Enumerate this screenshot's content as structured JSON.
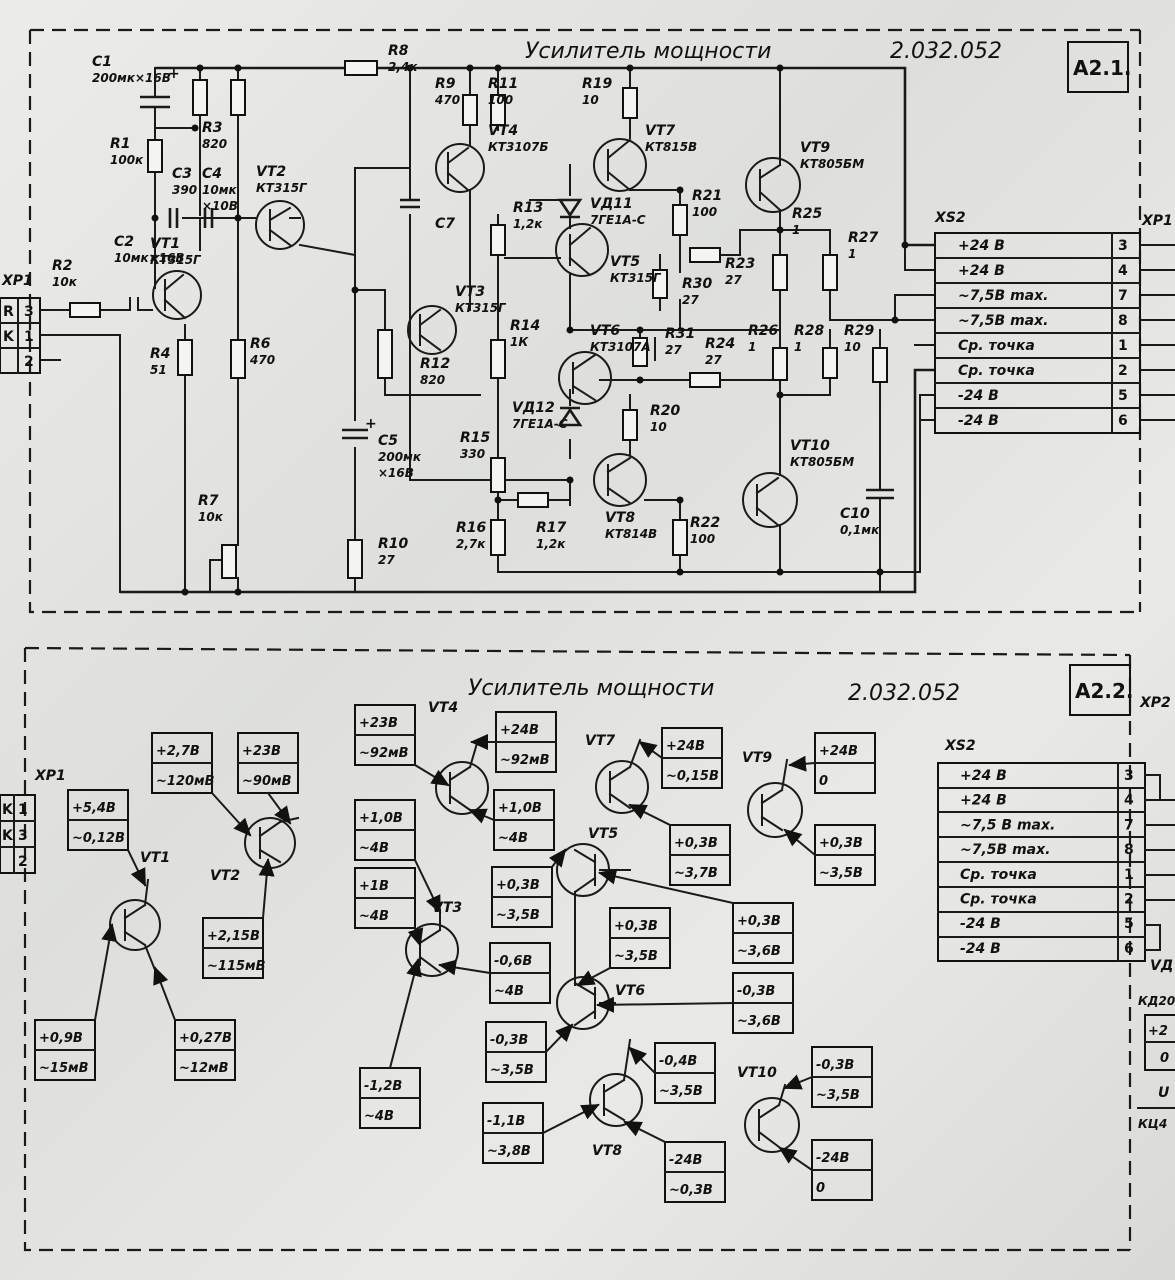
{
  "sheet1": {
    "title": "Усилитель мощности",
    "number": "2.032.052",
    "ref": "A2.1.",
    "connector_in": "XP1",
    "connector_in_pins": [
      "3",
      "1",
      "2"
    ],
    "connector_in_side": [
      "R",
      "K",
      "K"
    ],
    "connector_out": "XS2",
    "connector_out_right": "XP1",
    "xs2_rows": [
      {
        "label": "+24 В",
        "pin": "3"
      },
      {
        "label": "+24 В",
        "pin": "4"
      },
      {
        "label": "~7,5В max.",
        "pin": "7"
      },
      {
        "label": "~7,5В max.",
        "pin": "8"
      },
      {
        "label": "Ср. точка",
        "pin": "1"
      },
      {
        "label": "Ср. точка",
        "pin": "2"
      },
      {
        "label": "-24 В",
        "pin": "5"
      },
      {
        "label": "-24 В",
        "pin": "6"
      }
    ],
    "components": {
      "C1": [
        "C1",
        "200мк×16В"
      ],
      "R1": [
        "R1",
        "100к"
      ],
      "R2": [
        "R2",
        "10к"
      ],
      "C2": [
        "C2",
        "10мк×16В"
      ],
      "C3": [
        "C3",
        "390"
      ],
      "R3": [
        "R3",
        "820"
      ],
      "C4": [
        "C4",
        "10мк",
        "×10В"
      ],
      "VT1": [
        "VT1",
        "КТ315Г"
      ],
      "VT2": [
        "VT2",
        "КТ315Г"
      ],
      "R4": [
        "R4",
        "51"
      ],
      "R6": [
        "R6",
        "470"
      ],
      "R7": [
        "R7",
        "10к"
      ],
      "R8": [
        "R8",
        "2,4к"
      ],
      "R9": [
        "R9",
        "470"
      ],
      "R11": [
        "R11",
        "100"
      ],
      "VT4": [
        "VT4",
        "КТ3107Б"
      ],
      "C7": [
        "C7"
      ],
      "R13": [
        "R13",
        "1,2к"
      ],
      "VT3": [
        "VT3",
        "КТ315Г"
      ],
      "R12": [
        "R12",
        "820"
      ],
      "R14": [
        "R14",
        "1К"
      ],
      "C5": [
        "C5",
        "200мк",
        "×16В"
      ],
      "R10": [
        "R10",
        "27"
      ],
      "R19": [
        "R19",
        "10"
      ],
      "VT7": [
        "VT7",
        "КТ815В"
      ],
      "VD11": [
        "VД11",
        "7ГЕ1А-С"
      ],
      "R21": [
        "R21",
        "100"
      ],
      "VT5": [
        "VT5",
        "КТ315Г"
      ],
      "R23": [
        "R23",
        "27"
      ],
      "R30": [
        "R30",
        "27"
      ],
      "VT6": [
        "VT6",
        "КТ3107А"
      ],
      "R31": [
        "R31",
        "27"
      ],
      "R24": [
        "R24",
        "27"
      ],
      "VD12": [
        "VД12",
        "7ГЕ1А-С"
      ],
      "R20": [
        "R20",
        "10"
      ],
      "R15": [
        "R15",
        "330"
      ],
      "R16": [
        "R16",
        "2,7к"
      ],
      "R17": [
        "R17",
        "1,2к"
      ],
      "VT8": [
        "VT8",
        "КТ814В"
      ],
      "R22": [
        "R22",
        "100"
      ],
      "VT9": [
        "VT9",
        "КТ805БМ"
      ],
      "R25": [
        "R25",
        "1"
      ],
      "R27": [
        "R27",
        "1"
      ],
      "R26": [
        "R26",
        "1"
      ],
      "R28": [
        "R28",
        "1"
      ],
      "R29": [
        "R29",
        "10"
      ],
      "VT10": [
        "VT10",
        "КТ805БМ"
      ],
      "C10": [
        "C10",
        "0,1мк"
      ]
    }
  },
  "sheet2": {
    "title": "Усилитель мощности",
    "number": "2.032.052",
    "ref": "A2.2.",
    "connector_in": "XP1",
    "connector_in_pins": [
      "1",
      "3",
      "2"
    ],
    "connector_in_side": [
      "K",
      "K",
      "K"
    ],
    "connector_out": "XS2",
    "connector_out_right": "XP2",
    "xs2_rows": [
      {
        "label": "+24 В",
        "pin": "3"
      },
      {
        "label": "+24 В",
        "pin": "4"
      },
      {
        "label": "~7,5 В max.",
        "pin": "7"
      },
      {
        "label": "~7,5В max.",
        "pin": "8"
      },
      {
        "label": "Ср. точка",
        "pin": "1"
      },
      {
        "label": "Ср. точка",
        "pin": "2"
      },
      {
        "label": "-24 В",
        "pin": "5"
      },
      {
        "label": "-24 В",
        "pin": "6"
      }
    ],
    "right_fragments": [
      "VД",
      "КД20",
      "+2",
      "0",
      "U",
      "КЦ4"
    ],
    "transistors": {
      "VT1": "VT1",
      "VT2": "VT2",
      "VT3": "VT3",
      "VT4": "VT4",
      "VT5": "VT5",
      "VT6": "VT6",
      "VT7": "VT7",
      "VT8": "VT8",
      "VT9": "VT9",
      "VT10": "VT10"
    },
    "readings": {
      "vt1_c": [
        "+5,4В",
        "~0,12В"
      ],
      "vt1_b": [
        "+0,9В",
        "~15мВ"
      ],
      "vt1_e": [
        "+0,27В",
        "~12мВ"
      ],
      "vt2_b": [
        "+2,7В",
        "~120мВ"
      ],
      "vt2_c": [
        "+23В",
        "~90мВ"
      ],
      "vt2_e": [
        "+2,15В",
        "~115мВ"
      ],
      "vt4_b": [
        "+23В",
        "~92мВ"
      ],
      "vt4_e": [
        "+24В",
        "~92мВ"
      ],
      "vt4_c": [
        "+1,0В",
        "~4В"
      ],
      "vt3_c": [
        "+1,0В",
        "~4В"
      ],
      "vt3_x": [
        "+1В",
        "~4В"
      ],
      "vt3_b": [
        "-1,2В",
        "~4В"
      ],
      "vt3_e": [
        "-0,6В",
        "~4В"
      ],
      "vt5_b": [
        "+0,3В",
        "~3,5В"
      ],
      "vt7_c": [
        "+24В",
        "~0,15В"
      ],
      "vt7_e": [
        "+0,3В",
        "~3,7В"
      ],
      "vt9_c": [
        "+24В",
        "0"
      ],
      "vt9_e": [
        "+0,3В",
        "~3,5В"
      ],
      "vt5_e": [
        "+0,3В",
        "~3,6В"
      ],
      "vt6_x": [
        "+0,3В",
        "~3,5В"
      ],
      "vt6_e": [
        "-0,3В",
        "~3,6В"
      ],
      "vt6_b": [
        "-0,3В",
        "~3,5В"
      ],
      "vt8_c": [
        "-0,4В",
        "~3,5В"
      ],
      "vt8_b": [
        "-1,1В",
        "~3,8В"
      ],
      "vt8_e": [
        "-24В",
        "~0,3В"
      ],
      "vt10_c": [
        "-0,3В",
        "~3,5В"
      ],
      "vt10_e": [
        "-24В",
        "0"
      ]
    }
  }
}
